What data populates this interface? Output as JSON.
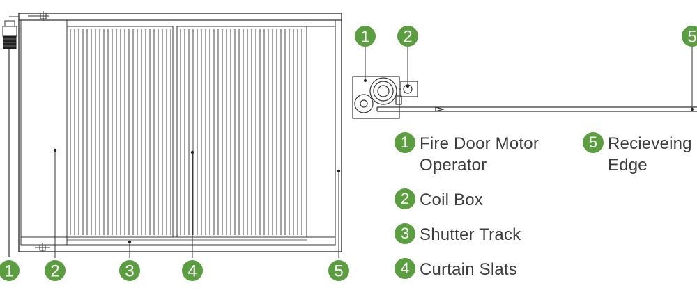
{
  "colors": {
    "accent_green": "#5a9e3f",
    "line": "#333333",
    "light_line": "#999999"
  },
  "callouts": [
    {
      "number": "1",
      "target": "fire-door-motor-operator"
    },
    {
      "number": "2",
      "target": "coil-box"
    },
    {
      "number": "3",
      "target": "shutter-track"
    },
    {
      "number": "4",
      "target": "curtain-slats"
    },
    {
      "number": "5",
      "target": "receiving-edge"
    }
  ],
  "side_view_badges": [
    {
      "number": "1"
    },
    {
      "number": "2"
    },
    {
      "number": "5"
    }
  ],
  "legend": [
    {
      "number": "1",
      "text": "Fire Door Motor Operator",
      "lines": [
        "Fire Door Motor",
        "Operator"
      ]
    },
    {
      "number": "2",
      "text": "Coil Box",
      "lines": [
        "Coil Box"
      ]
    },
    {
      "number": "3",
      "text": "Shutter Track",
      "lines": [
        "Shutter Track"
      ]
    },
    {
      "number": "4",
      "text": "Curtain Slats",
      "lines": [
        "Curtain Slats"
      ]
    },
    {
      "number": "5",
      "text": "Recieveing Edge",
      "lines": [
        "Recieveing",
        "Edge"
      ]
    }
  ]
}
